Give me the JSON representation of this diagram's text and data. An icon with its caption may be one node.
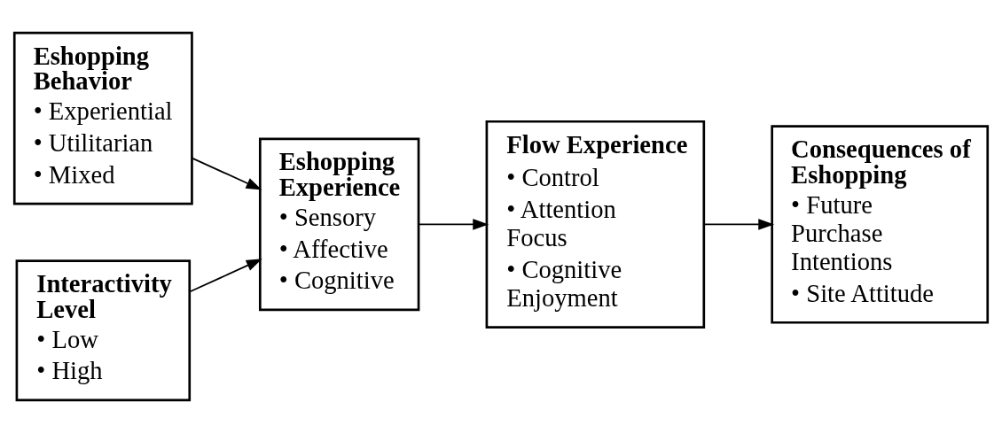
{
  "diagram": {
    "nodes": [
      {
        "text": [
          "Eshopping Behavior",
          "• Experiential",
          "• Utilitarian",
          "• Mixed"
        ]
      },
      {
        "text": [
          "Interactivity Level",
          "• Low",
          "• High"
        ]
      },
      {
        "text": [
          "Eshopping Experience",
          "• Sensory",
          "• Affective",
          "• Cognitive"
        ]
      },
      {
        "text": [
          "Flow Experience",
          "• Control",
          "• Attention Focus",
          "• Cognitive Enjoyment"
        ]
      },
      {
        "text": [
          "Consequences of Eshopping",
          "• Future Purchase Intentions",
          "• Site Attitude"
        ]
      }
    ],
    "edges": [
      {
        "from": 0,
        "to": 2,
        "arrow": "to"
      },
      {
        "from": 1,
        "to": 2,
        "arrow": "to"
      },
      {
        "from": 2,
        "to": 3,
        "arrow": "to"
      },
      {
        "from": 3,
        "to": 4,
        "arrow": "to"
      }
    ]
  }
}
